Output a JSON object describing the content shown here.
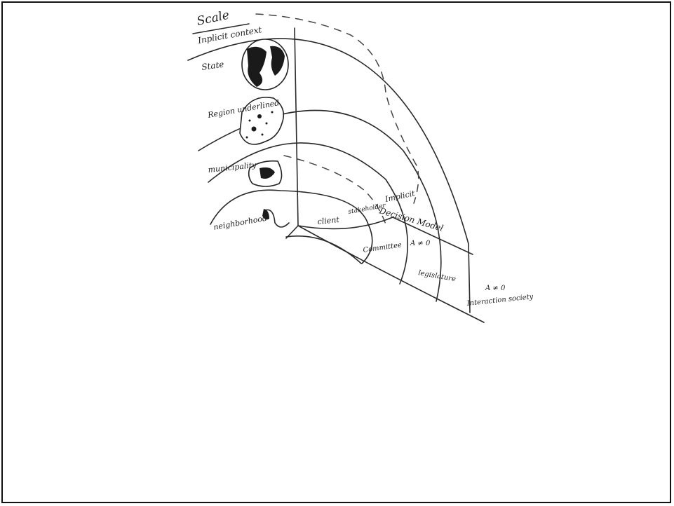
{
  "diagram": {
    "header": {
      "scale": "Scale",
      "context": "Inplicit context"
    },
    "levels": [
      {
        "id": "state",
        "label": "State"
      },
      {
        "id": "region",
        "label": "Region underlined"
      },
      {
        "id": "municipality",
        "label": "municipality"
      },
      {
        "id": "neighborhood",
        "label": "neighborhood"
      }
    ],
    "rings": [
      {
        "id": "client",
        "label": "client"
      },
      {
        "id": "committee",
        "label": "Committee"
      },
      {
        "id": "legislature",
        "label": "legislature"
      },
      {
        "id": "interaction-society",
        "label": "Interaction society"
      }
    ],
    "annotations": {
      "stakeholder": "stakeholder",
      "implicit": "Implicit",
      "decision_model": "Decision Model",
      "a_ne_0": "A ≠ 0",
      "a_neq_0": "A ≠ 0"
    },
    "colors": {
      "ink": "#222222",
      "frame": "#111111",
      "background": "#ffffff"
    }
  }
}
